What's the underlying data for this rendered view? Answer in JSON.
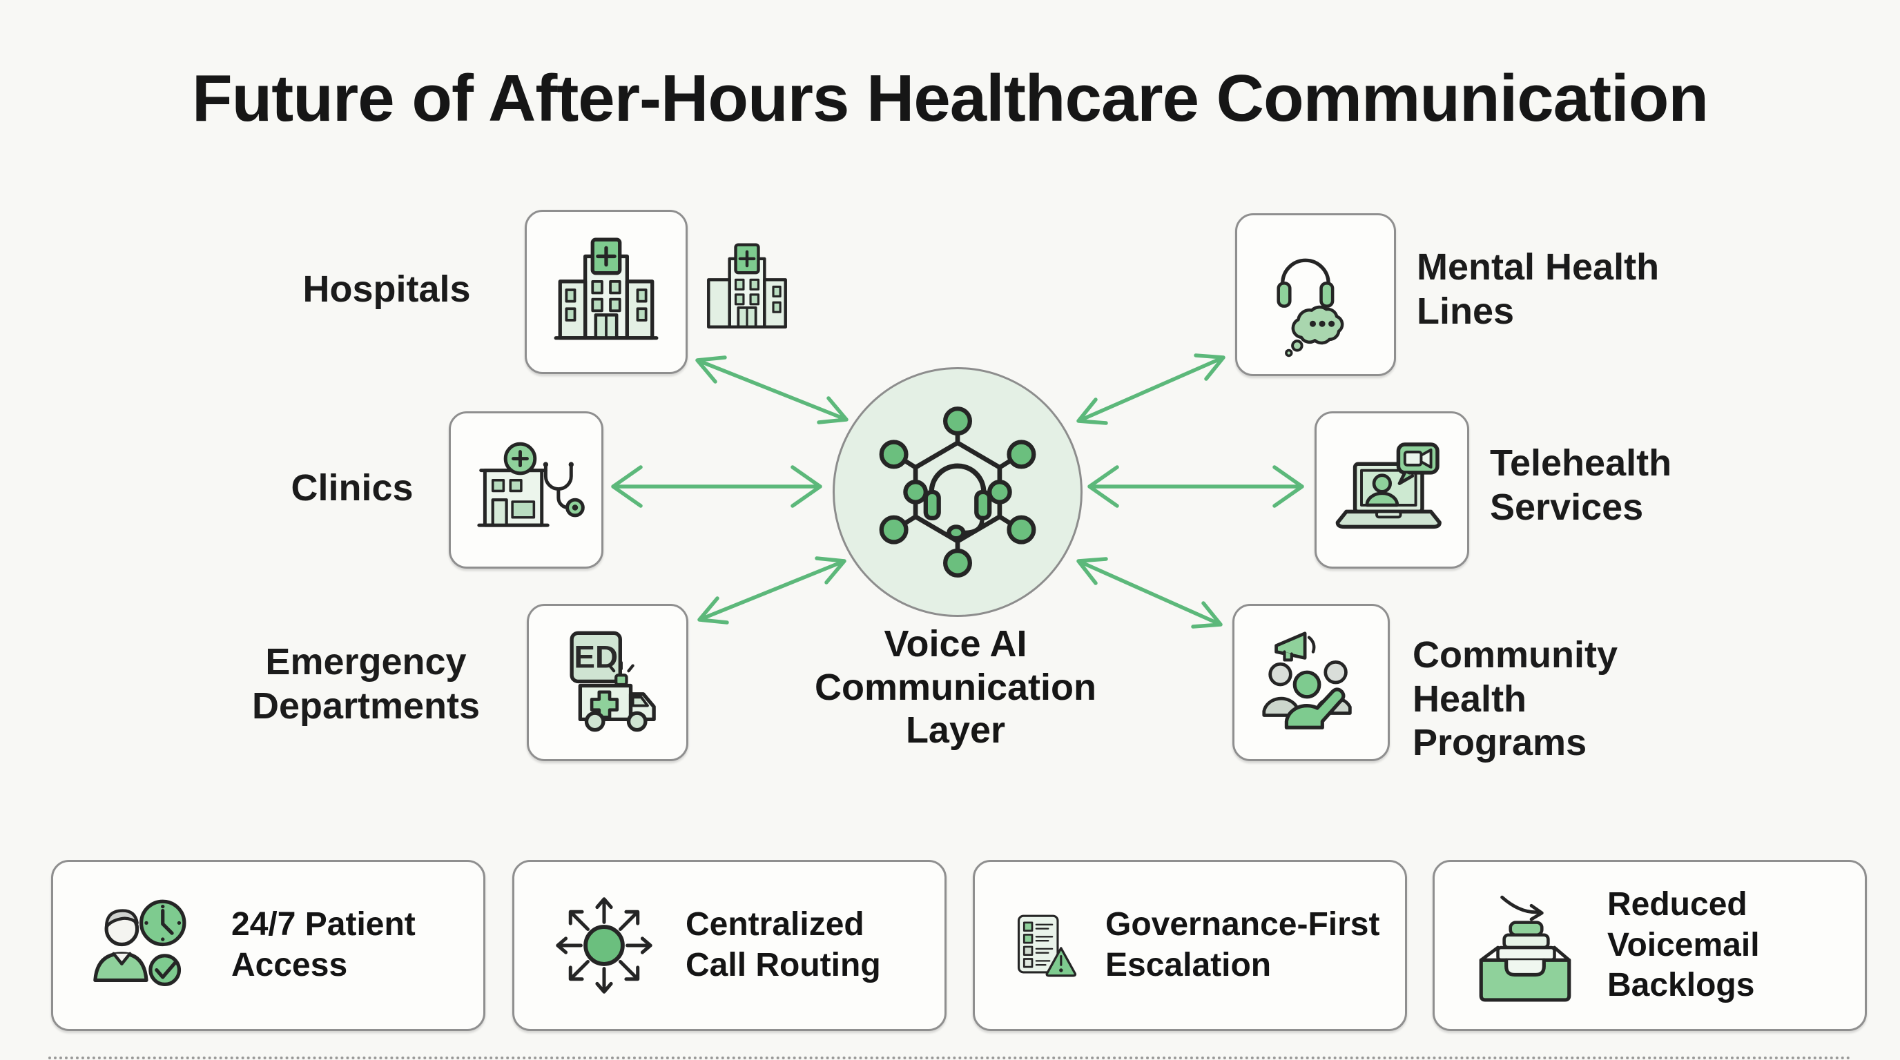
{
  "title": "Future of After-Hours Healthcare Communication",
  "hub": {
    "label": "Voice AI Communication Layer"
  },
  "spokes": {
    "left": [
      {
        "label": "Hospitals",
        "icon": "hospital-building-icon"
      },
      {
        "label": "Clinics",
        "icon": "clinic-building-stethoscope-icon"
      },
      {
        "label": "Emergency Departments",
        "icon": "ed-sign-ambulance-icon"
      }
    ],
    "right": [
      {
        "label": "Mental Health Lines",
        "icon": "headset-thought-cloud-icon"
      },
      {
        "label": "Telehealth Services",
        "icon": "laptop-video-call-icon"
      },
      {
        "label": "Community Health Programs",
        "icon": "people-megaphone-icon"
      }
    ]
  },
  "ed_sign": "ED",
  "benefits": [
    {
      "label": "24/7 Patient Access",
      "icon": "patient-clock-check-icon"
    },
    {
      "label": "Centralized Call Routing",
      "icon": "radiating-arrows-icon"
    },
    {
      "label": "Governance-First Escalation",
      "icon": "checklist-warning-icon"
    },
    {
      "label": "Reduced Voicemail Backlogs",
      "icon": "inbox-tray-arrow-icon"
    }
  ],
  "colors": {
    "accent_green": "#5cb87a",
    "icon_green": "#7ecb8f",
    "icon_green_light": "#b9ddc0",
    "hub_fill": "#e4f0e5",
    "card_border": "#8f8f8f",
    "background": "#f8f8f5",
    "text": "#1b1b1b"
  }
}
